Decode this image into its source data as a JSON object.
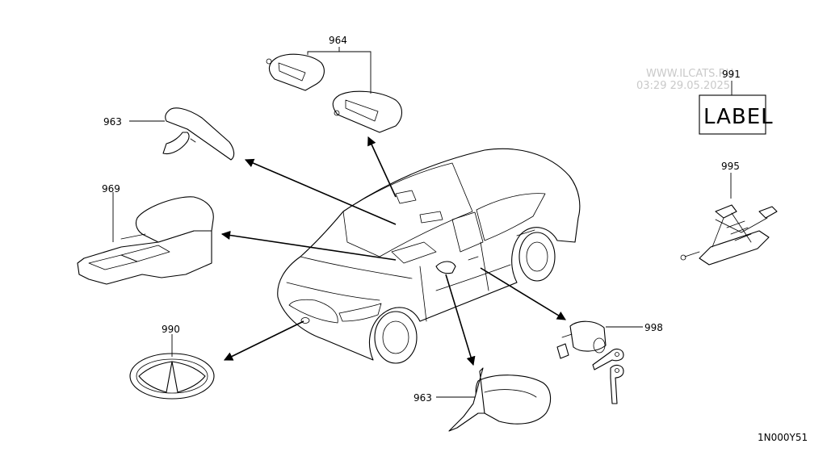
{
  "watermark": {
    "line1": "WWW.ILCATS.RU",
    "line2": "03:29 29.05.2025"
  },
  "callouts": {
    "visor": "964",
    "mirror_inner": "963",
    "console": "969",
    "emblem": "990",
    "label_part": "991",
    "jack": "995",
    "lock": "998",
    "mirror_door": "963"
  },
  "label_box_text": "LABEL",
  "diagram_code": "1N000Y51"
}
